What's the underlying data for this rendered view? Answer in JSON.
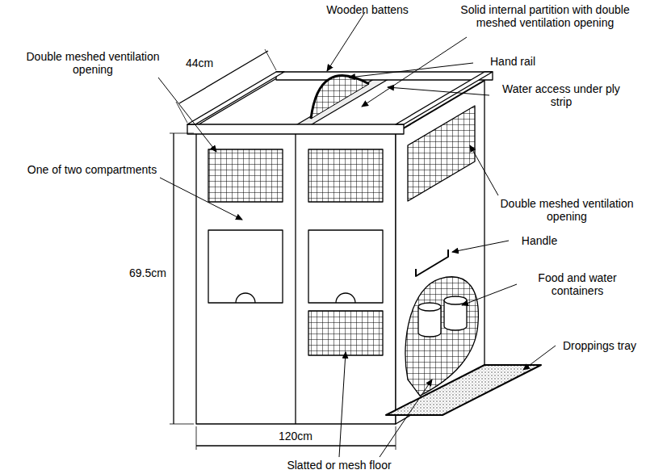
{
  "diagram": {
    "labels": [
      "Wooden battens",
      "Solid internal partition with double meshed ventilation opening",
      "Double meshed ventilation opening",
      "Hand rail",
      "Water access under ply strip",
      "One of two compartments",
      "Double meshed ventilation opening",
      "Handle",
      "Food and water containers",
      "Droppings tray",
      "44cm",
      "69.5cm",
      "120cm",
      "Slatted or mesh floor"
    ]
  }
}
